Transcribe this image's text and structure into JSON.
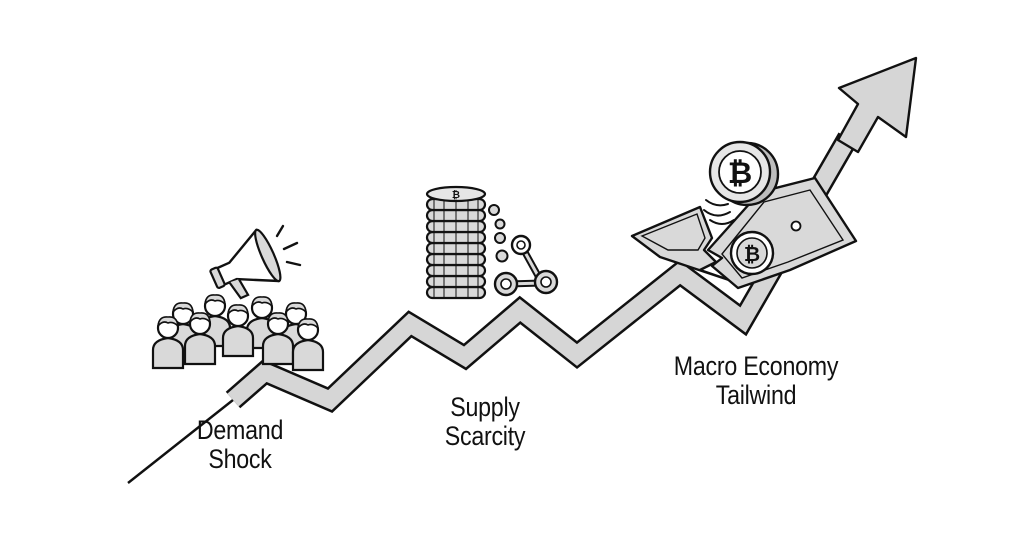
{
  "labels": {
    "demand": [
      "Demand",
      "Shock"
    ],
    "supply": [
      "Supply",
      "Scarcity"
    ],
    "macro": [
      "Macro Economy",
      "Tailwind"
    ]
  },
  "icons": {
    "crowd": "crowd-of-people-icon",
    "megaphone": "megaphone-icon",
    "coins": "coin-stack-icon",
    "chain": "chain-link-icon",
    "bitcoin": "bitcoin-coin-icon",
    "banknote": "torn-banknote-icon",
    "arrow": "upward-trend-arrow"
  },
  "colors": {
    "stroke": "#111111",
    "fill": "#d9d9d9",
    "shade": "#bdbdbd",
    "background": "#ffffff"
  }
}
